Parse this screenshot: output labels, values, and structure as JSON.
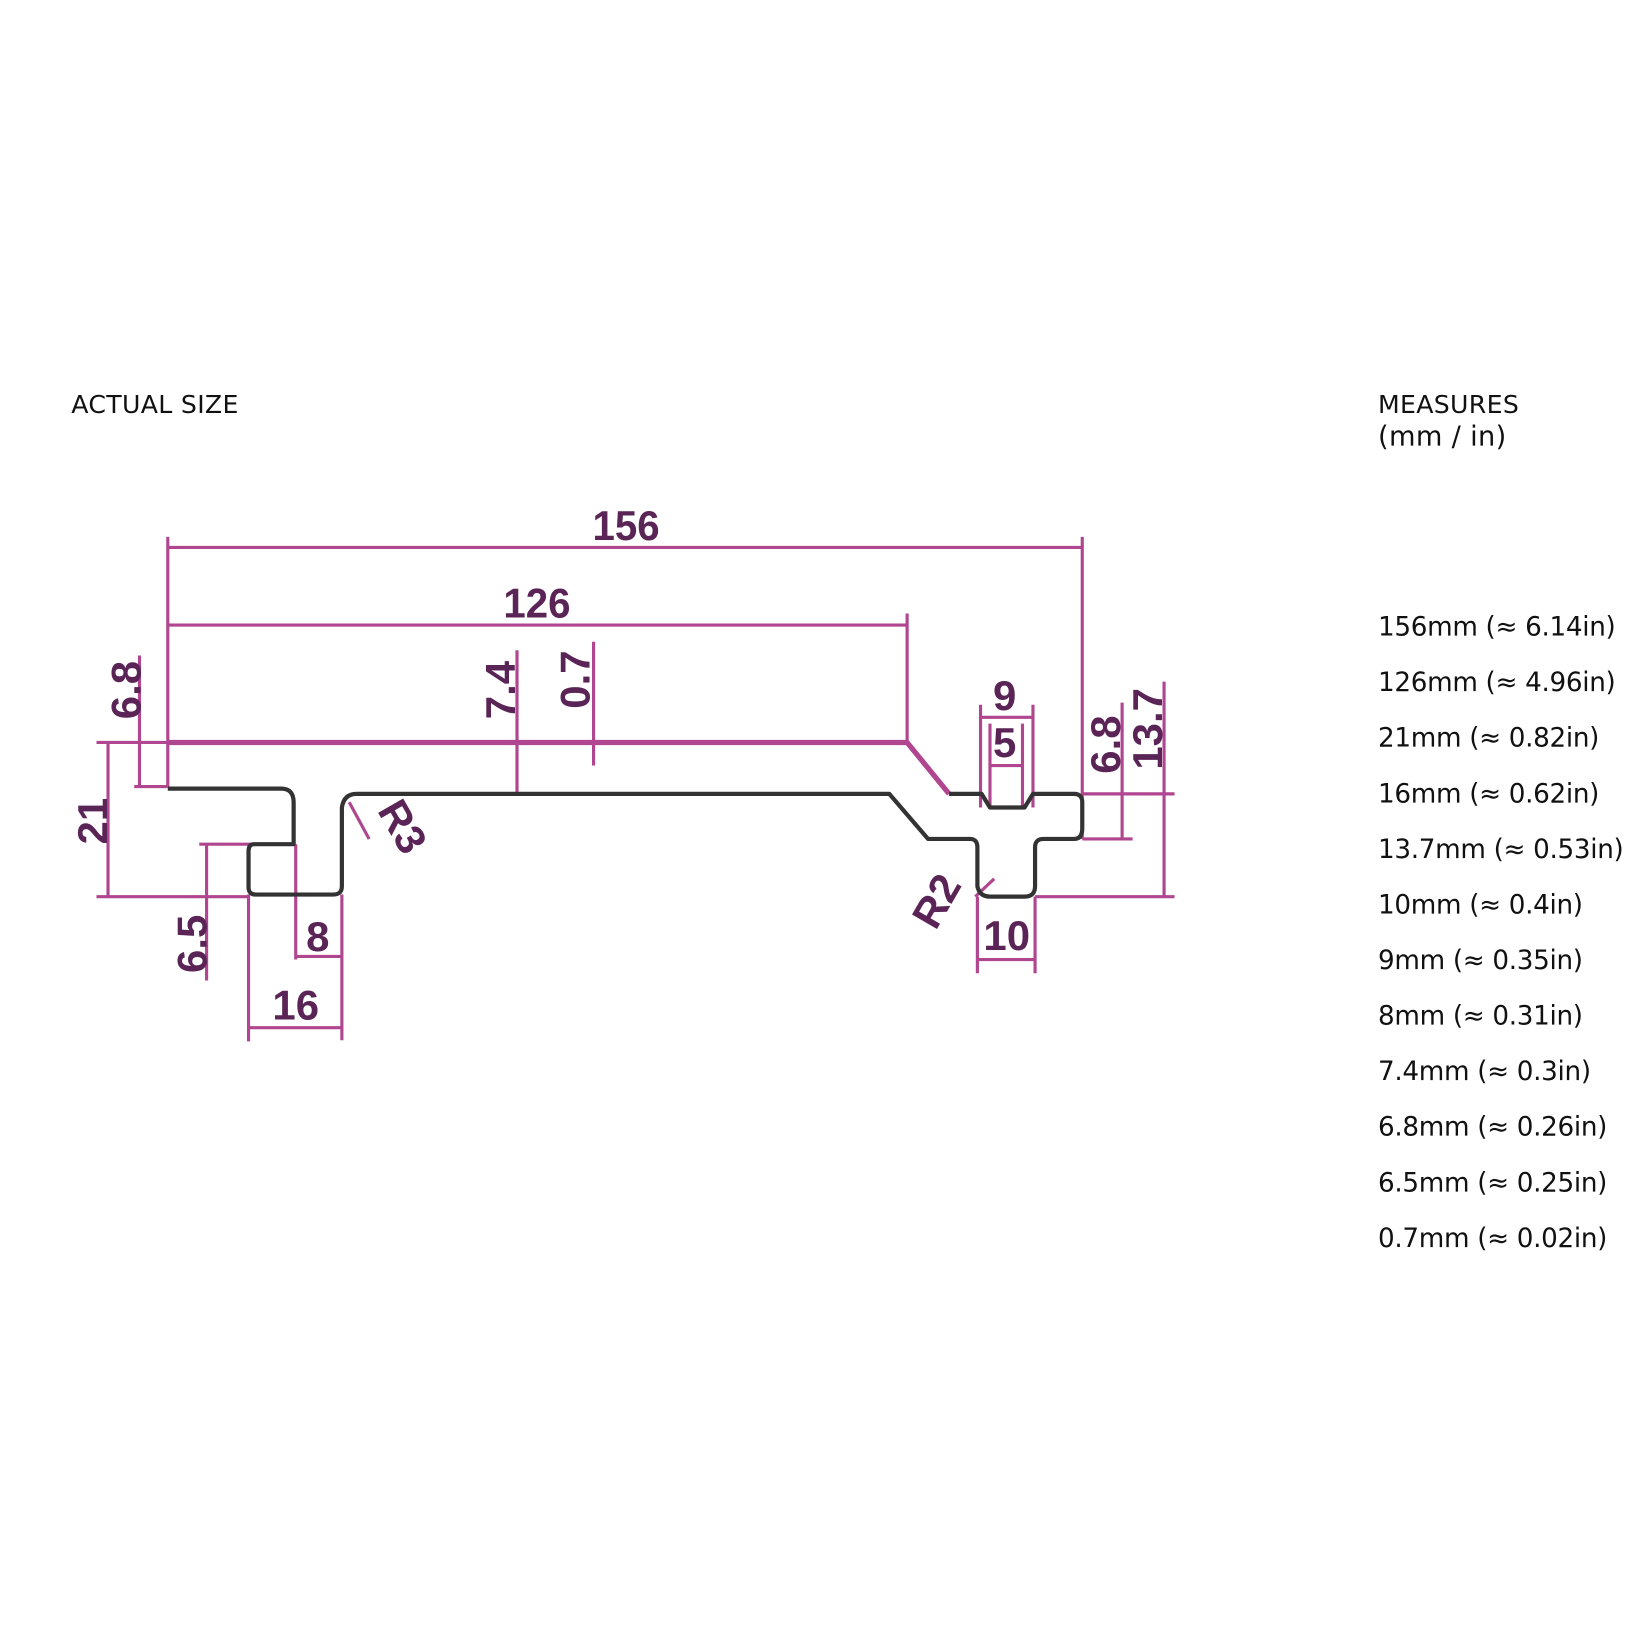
{
  "left_title": "ACTUAL SIZE",
  "right_title": "MEASURES",
  "right_subtitle": "(mm / in)",
  "colors": {
    "dimension": "#b0468f",
    "profile": "#333333",
    "label": "#5a2556"
  },
  "drawing": {
    "d156": "156",
    "d126": "126",
    "d68_left": "6.8",
    "d21": "21",
    "d65": "6.5",
    "d8": "8",
    "d16": "16",
    "d74": "7.4",
    "d07": "0.7",
    "r3": "R3",
    "d9": "9",
    "d5": "5",
    "r2": "R2",
    "d10": "10",
    "d68_right": "6.8",
    "d137": "13.7"
  },
  "measures": [
    "156mm (≈ 6.14in)",
    "126mm (≈ 4.96in)",
    "21mm (≈ 0.82in)",
    "16mm (≈ 0.62in)",
    "13.7mm (≈ 0.53in)",
    "10mm (≈ 0.4in)",
    "9mm (≈ 0.35in)",
    "8mm (≈ 0.31in)",
    "7.4mm (≈ 0.3in)",
    "6.8mm (≈ 0.26in)",
    "6.5mm (≈ 0.25in)",
    "0.7mm (≈ 0.02in)"
  ]
}
